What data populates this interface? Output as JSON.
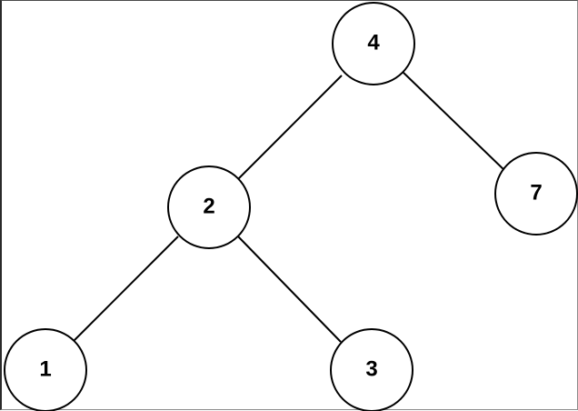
{
  "diagram": {
    "type": "binary-tree",
    "nodes": [
      {
        "id": "n4",
        "label": "4"
      },
      {
        "id": "n2",
        "label": "2"
      },
      {
        "id": "n7",
        "label": "7"
      },
      {
        "id": "n1",
        "label": "1"
      },
      {
        "id": "n3",
        "label": "3"
      }
    ],
    "edges": [
      {
        "from": "n4",
        "to": "n2"
      },
      {
        "from": "n4",
        "to": "n7"
      },
      {
        "from": "n2",
        "to": "n1"
      },
      {
        "from": "n2",
        "to": "n3"
      }
    ],
    "colors": {
      "background": "#ffffff",
      "stroke": "#000000",
      "text": "#000000"
    }
  }
}
